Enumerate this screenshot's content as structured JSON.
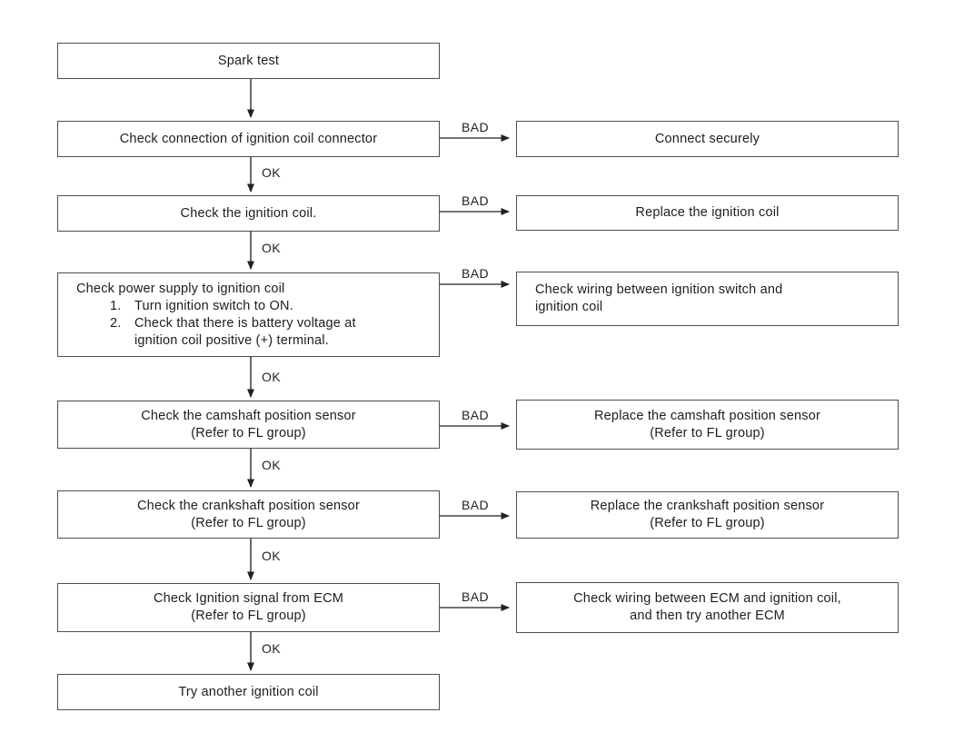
{
  "labels": {
    "ok": "OK",
    "bad": "BAD"
  },
  "colors": {
    "line": "#454545",
    "border": "#4e4e4e",
    "text": "#1d1d1d",
    "background": "#ffffff"
  },
  "nodes": {
    "spark_test": {
      "text": "Spark test"
    },
    "check_connector": {
      "text": "Check connection of ignition coil connector"
    },
    "connect_securely": {
      "text": "Connect securely"
    },
    "check_coil": {
      "text": "Check the ignition coil."
    },
    "replace_coil": {
      "text": "Replace the ignition coil"
    },
    "check_power": {
      "title": "Check power supply to ignition coil",
      "steps": [
        {
          "num": "1.",
          "lines": [
            "Turn ignition switch to ON."
          ]
        },
        {
          "num": "2.",
          "lines": [
            "Check that there is battery voltage at",
            "ignition coil positive (+) terminal."
          ]
        }
      ]
    },
    "check_wiring_switch": {
      "lines": [
        "Check wiring between ignition switch and",
        "ignition coil"
      ]
    },
    "check_camshaft": {
      "lines": [
        "Check the camshaft position sensor",
        "(Refer to FL group)"
      ]
    },
    "replace_camshaft": {
      "lines": [
        "Replace the camshaft position sensor",
        "(Refer to FL group)"
      ]
    },
    "check_crankshaft": {
      "lines": [
        "Check the crankshaft position sensor",
        "(Refer to FL group)"
      ]
    },
    "replace_crankshaft": {
      "lines": [
        "Replace the crankshaft position sensor",
        "(Refer to FL group)"
      ]
    },
    "check_ecm_signal": {
      "lines": [
        "Check Ignition signal from ECM",
        "(Refer to FL group)"
      ]
    },
    "check_wiring_ecm": {
      "lines": [
        "Check wiring between ECM and ignition coil,",
        "and then try another ECM"
      ]
    },
    "try_another_coil": {
      "text": "Try another ignition coil"
    }
  }
}
